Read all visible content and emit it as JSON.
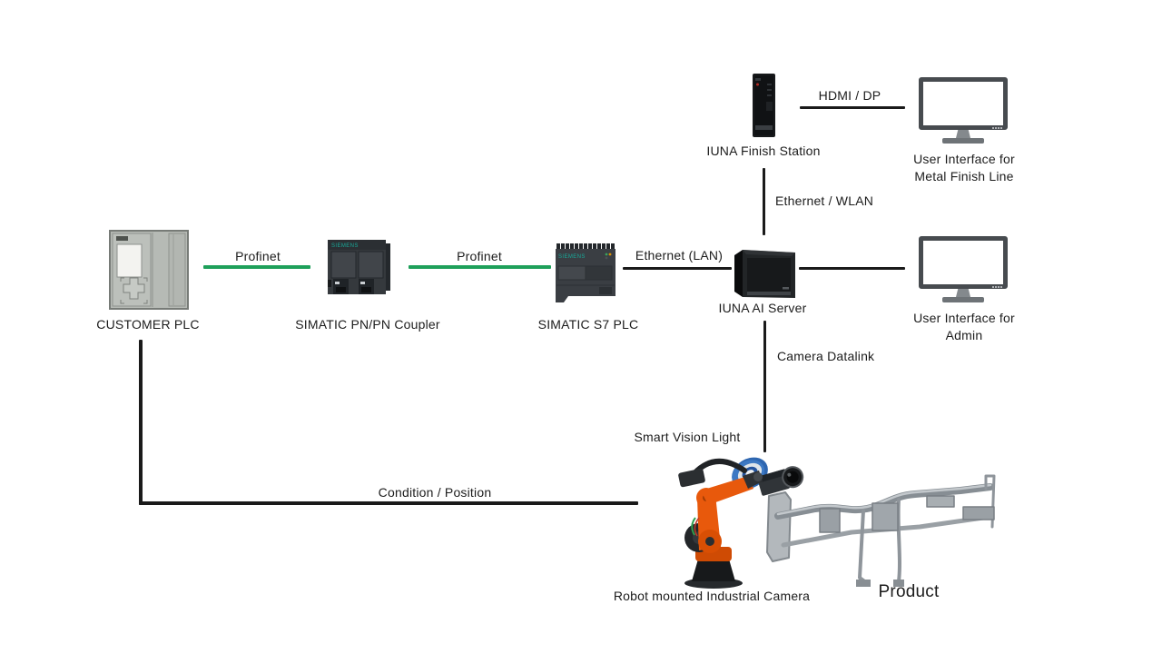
{
  "nodes": {
    "finish_station": {
      "label": "IUNA Finish Station"
    },
    "ui_metal": {
      "line1": "User Interface for",
      "line2": "Metal Finish Line"
    },
    "ui_admin": {
      "line1": "User Interface for",
      "line2": "Admin"
    },
    "customer_plc": {
      "label": "CUSTOMER PLC"
    },
    "coupler": {
      "label": "SIMATIC PN/PN Coupler",
      "logo": "SIEMENS"
    },
    "s7_plc": {
      "label": "SIMATIC S7 PLC",
      "logo": "SIEMENS"
    },
    "ai_server": {
      "label": "IUNA AI Server"
    },
    "vision_light": {
      "label": "Smart Vision Light"
    },
    "robot": {
      "label": "Robot mounted Industrial Camera"
    },
    "product": {
      "label": "Product"
    }
  },
  "connections": {
    "hdmi_dp": {
      "label": "HDMI / DP",
      "color": "#1a1a1a"
    },
    "ethernet_wlan": {
      "label": "Ethernet / WLAN",
      "color": "#1a1a1a"
    },
    "profinet_1": {
      "label": "Profinet",
      "color": "#1EA05A"
    },
    "profinet_2": {
      "label": "Profinet",
      "color": "#1EA05A"
    },
    "ethernet_lan": {
      "label": "Ethernet (LAN)",
      "color": "#1a1a1a"
    },
    "server_to_admin_ui": {
      "label": "",
      "color": "#1a1a1a"
    },
    "camera_datalink": {
      "label": "Camera Datalink",
      "color": "#1a1a1a"
    },
    "condition_position": {
      "label": "Condition / Position",
      "color": "#1a1a1a"
    }
  },
  "colors": {
    "background": "#FFFFFF",
    "profinet_green": "#1EA05A",
    "line_black": "#1a1a1a",
    "kuka_orange": "#E8590C",
    "ring_light_blue": "#2E66B0"
  }
}
